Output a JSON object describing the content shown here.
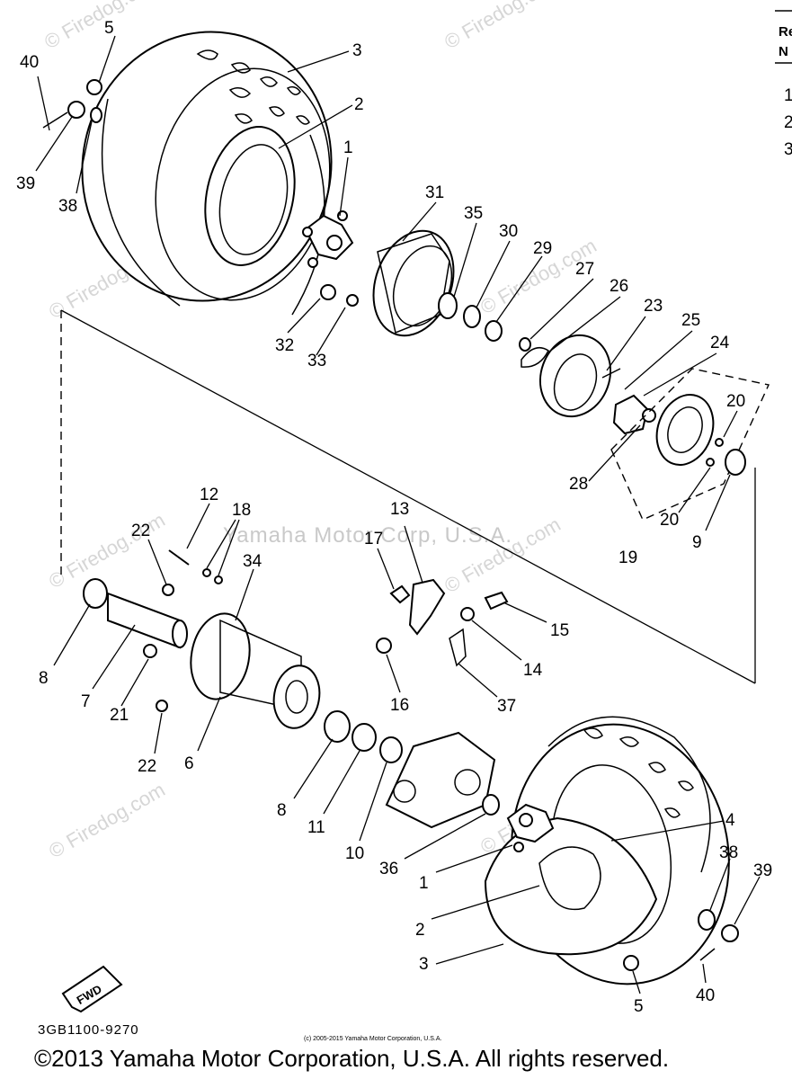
{
  "watermarks": {
    "site": "© Firedog.com",
    "center": "Yamaha Motor Corp, U.S.A."
  },
  "labels": {
    "p1a": "1",
    "p1b": "1",
    "p2a": "2",
    "p2b": "2",
    "p3a": "3",
    "p3b": "3",
    "p4": "4",
    "p5a": "5",
    "p5b": "5",
    "p6": "6",
    "p7": "7",
    "p8a": "8",
    "p8b": "8",
    "p9": "9",
    "p10": "10",
    "p11": "11",
    "p12": "12",
    "p13": "13",
    "p14": "14",
    "p15": "15",
    "p16": "16",
    "p17": "17",
    "p18": "18",
    "p19": "19",
    "p20a": "20",
    "p20b": "20",
    "p21": "21",
    "p22a": "22",
    "p22b": "22",
    "p23": "23",
    "p24": "24",
    "p25": "25",
    "p26": "26",
    "p27": "27",
    "p28": "28",
    "p29": "29",
    "p30": "30",
    "p31": "31",
    "p32": "32",
    "p33": "33",
    "p34": "34",
    "p35": "35",
    "p36": "36",
    "p37": "37",
    "p38a": "38",
    "p38b": "38",
    "p39a": "39",
    "p39b": "39",
    "p40a": "40",
    "p40b": "40"
  },
  "fwd": "FWD",
  "diagram_code": "3GB1100-9270",
  "small_copyright": "(c) 2005-2015 Yamaha Motor Corporation, U.S.A.",
  "copyright": "©2013 Yamaha Motor Corporation, U.S.A. All rights reserved.",
  "side_column": {
    "header_1": "Re",
    "header_2": "N",
    "rows": [
      "1",
      "2",
      "3"
    ]
  }
}
